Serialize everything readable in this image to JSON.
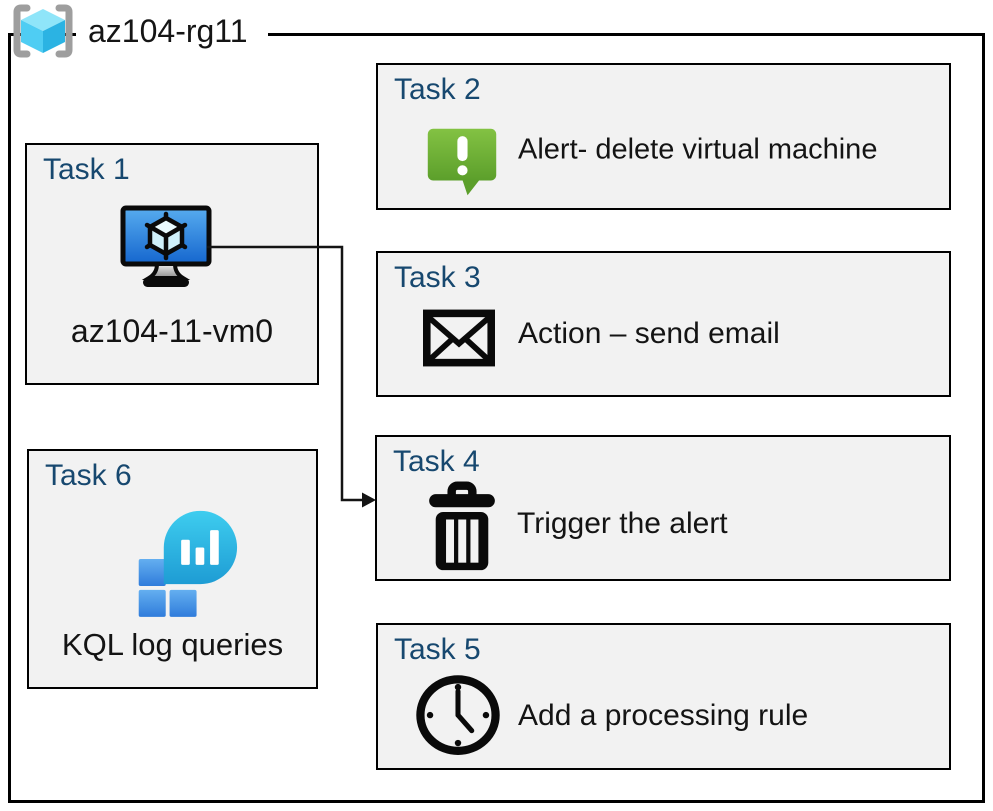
{
  "header": {
    "resource_group_label": "az104-rg11",
    "resource_group_icon": "resource-group-icon"
  },
  "tasks": {
    "task1": {
      "title": "Task 1",
      "caption": "az104-11-vm0",
      "icon": "virtual-machine-icon"
    },
    "task2": {
      "title": "Task 2",
      "caption": "Alert- delete virtual machine",
      "icon": "alert-message-icon"
    },
    "task3": {
      "title": "Task 3",
      "caption": "Action – send email",
      "icon": "email-envelope-icon"
    },
    "task4": {
      "title": "Task 4",
      "caption": "Trigger the alert",
      "icon": "trash-delete-icon"
    },
    "task5": {
      "title": "Task 5",
      "caption": "Add a processing rule",
      "icon": "clock-icon"
    },
    "task6": {
      "title": "Task 6",
      "caption": "KQL log queries",
      "icon": "log-analytics-icon"
    }
  },
  "connector": {
    "from": "Task 1",
    "to": "Task 4"
  },
  "colors": {
    "task_title_blue": "#17486F",
    "box_fill_gray": "#F2F2F2",
    "box_border": "#000000",
    "alert_green_top": "#83C243",
    "alert_green_bottom": "#5C9F2B",
    "vm_screen_blue_top": "#57ACEF",
    "vm_screen_blue_bottom": "#1566CE",
    "log_balloon_cyan_top": "#3ECDEF",
    "log_balloon_cyan_bottom": "#1E9CD4",
    "log_square_blue_top": "#64AFF0",
    "log_square_blue_bottom": "#2F7CDB",
    "rg_cube_cyan_top": "#8FE5F9",
    "rg_cube_cyan_left": "#4FCDF3",
    "rg_cube_cyan_right": "#2BB3E3",
    "rg_bracket_gray": "#9E9E9E"
  }
}
